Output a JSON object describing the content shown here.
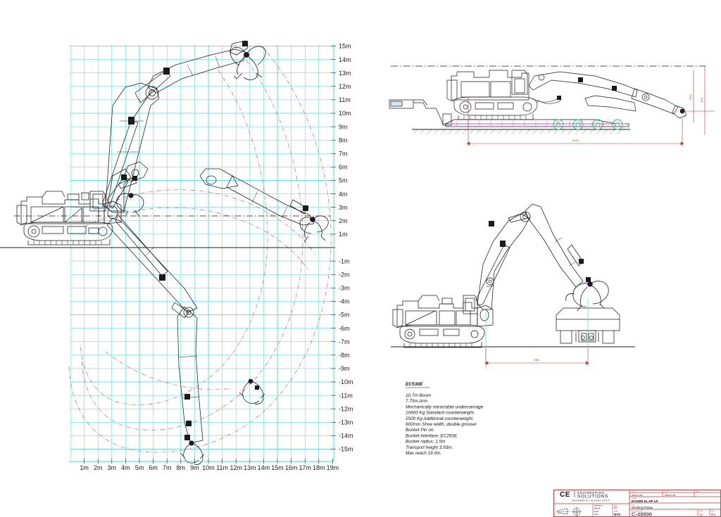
{
  "sheet": {
    "background": "#ffffff",
    "grid_color": "#3fd6d6",
    "envelope_color": "#c06a6a",
    "dimension_color": "#c23030",
    "line_color": "#1a1a1a"
  },
  "working_range_chart": {
    "y_axis_labels": [
      "15m",
      "14m",
      "13m",
      "12m",
      "11m",
      "10m",
      "9m",
      "8m",
      "7m",
      "6m",
      "5m",
      "4m",
      "3m",
      "2m",
      "1m",
      "-1m",
      "-2m",
      "-3m",
      "-4m",
      "-5m",
      "-6m",
      "-7m",
      "-8m",
      "-9m",
      "-10m",
      "-11m",
      "-12m",
      "-13m",
      "-14m",
      "-15m"
    ],
    "x_axis_labels": [
      "1m",
      "2m",
      "3m",
      "4m",
      "5m",
      "6m",
      "7m",
      "8m",
      "9m",
      "10m",
      "11m",
      "12m",
      "13m",
      "14m",
      "15m",
      "16m",
      "17m",
      "18m",
      "19m"
    ],
    "ground_line_label": "",
    "grid_spacing_m": 1
  },
  "specifications": {
    "model": "EC530E",
    "lines": [
      "10.7m Boom",
      "7.75m Arm",
      "Mechanically retractable undercarriage",
      "10600 Kg Standard counterweight.",
      "2500 Kg Additional counterweight.",
      "600mm Shoe width, double grouser",
      "Bucket Pin on.",
      "Bucket interface: EC250E",
      "Bucket radius: 1.5m",
      "Transport height 3.93m.",
      "Max reach 19.0m."
    ]
  },
  "transport_view": {
    "dimension_overall_length": "18440",
    "dimension_height_1": "3930",
    "dimension_height_2": "4300"
  },
  "loading_view": {
    "dimension_reach": "9380"
  },
  "title_block": {
    "company_initials": "CE",
    "company_name_line1": "ENGINEERING",
    "company_name_line2": "SOLUTIONS",
    "tagline": "ENGINEERED BY THE MINING GROUP",
    "projection_note": "",
    "fields": {
      "drawn_label": "Drawn",
      "checked_label": "Chk'd",
      "approved_label": "Appr",
      "drawn_date": "2022-07-29",
      "checked_date": "2022-07-29",
      "approved_date": "",
      "project_label": "Project",
      "project_value": "EC530E EL HP LR",
      "title_label": "Title",
      "title_value": "Working Range",
      "drawing_no_label": "Drawing Number",
      "drawing_no_value": "C-48896",
      "scale_label": "Scale",
      "scale_value": "NTS",
      "sheet_label": "Sheet",
      "sheet_value": "1/1",
      "rev_label": "Rev",
      "rev_value": "P01",
      "size_label": "Size",
      "size_value": "A3",
      "units_label": "Units",
      "units_value": "mm",
      "tolerance_label": "Tolerances",
      "material_label": "Material",
      "finish_label": "Finish"
    }
  }
}
